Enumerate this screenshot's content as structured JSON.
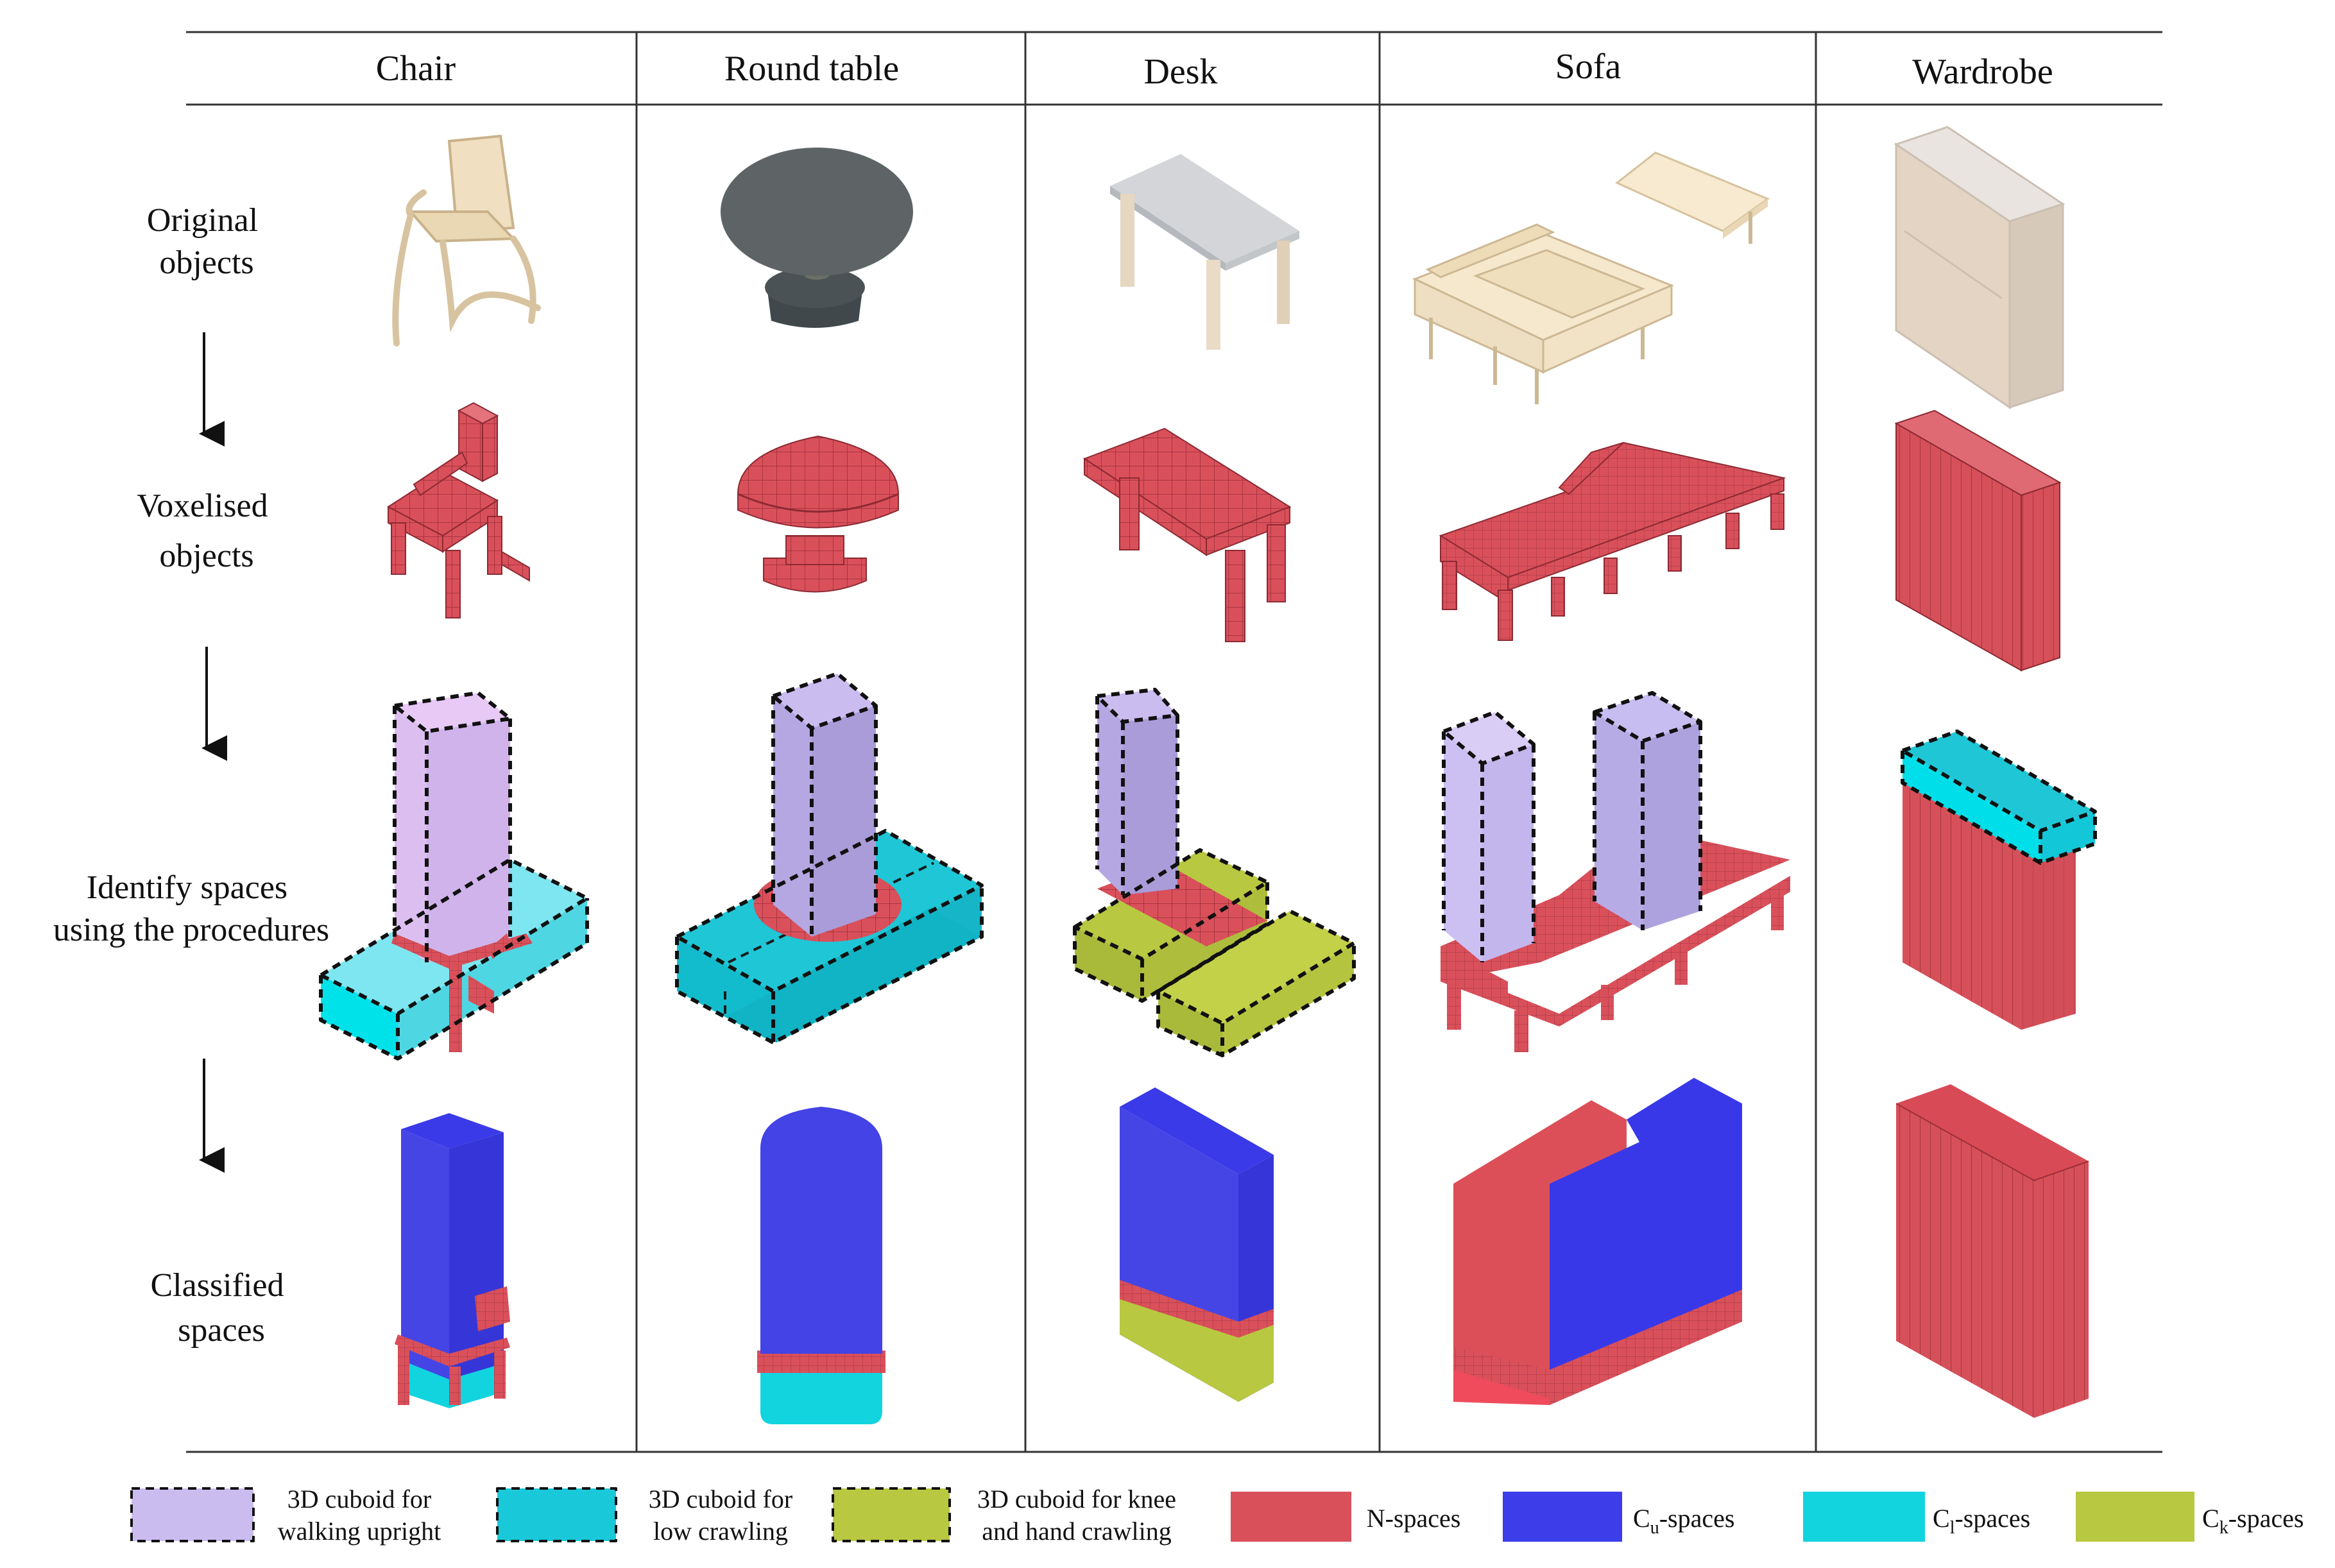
{
  "headers": [
    "Chair",
    "Round table",
    "Desk",
    "Sofa",
    "Wardrobe"
  ],
  "row_labels": {
    "original": [
      "Original",
      "objects"
    ],
    "voxelised": [
      "Voxelised",
      "objects"
    ],
    "identify": [
      "Identify spaces",
      "using the procedures"
    ],
    "classified": [
      "Classified",
      "spaces"
    ]
  },
  "legend": [
    {
      "lines": [
        "3D cuboid for",
        "walking upright"
      ],
      "color": "#cbbcf0",
      "dashed": true
    },
    {
      "lines": [
        "3D cuboid for",
        "low crawling"
      ],
      "color": "#19c9d9",
      "dashed": true
    },
    {
      "lines": [
        "3D cuboid for knee",
        "and hand crawling"
      ],
      "color": "#b8c840",
      "dashed": true
    },
    {
      "main": "N-spaces",
      "color": "#d9505b"
    },
    {
      "main": "C",
      "sub": "u",
      "rest": "-spaces",
      "color": "#3d3dea"
    },
    {
      "main": "C",
      "sub": "l",
      "rest": "-spaces",
      "color": "#12d4df"
    },
    {
      "main": "C",
      "sub": "k",
      "rest": "-spaces",
      "color": "#b8c840"
    }
  ],
  "colors": {
    "n_space": "#d9505b",
    "cu_space": "#3d3dea",
    "cl_space": "#12d4df",
    "ck_space": "#b8c840",
    "walk_cuboid": "#cbbcf0",
    "wood": "#f1e3c6",
    "table_top": "#5e6466"
  }
}
